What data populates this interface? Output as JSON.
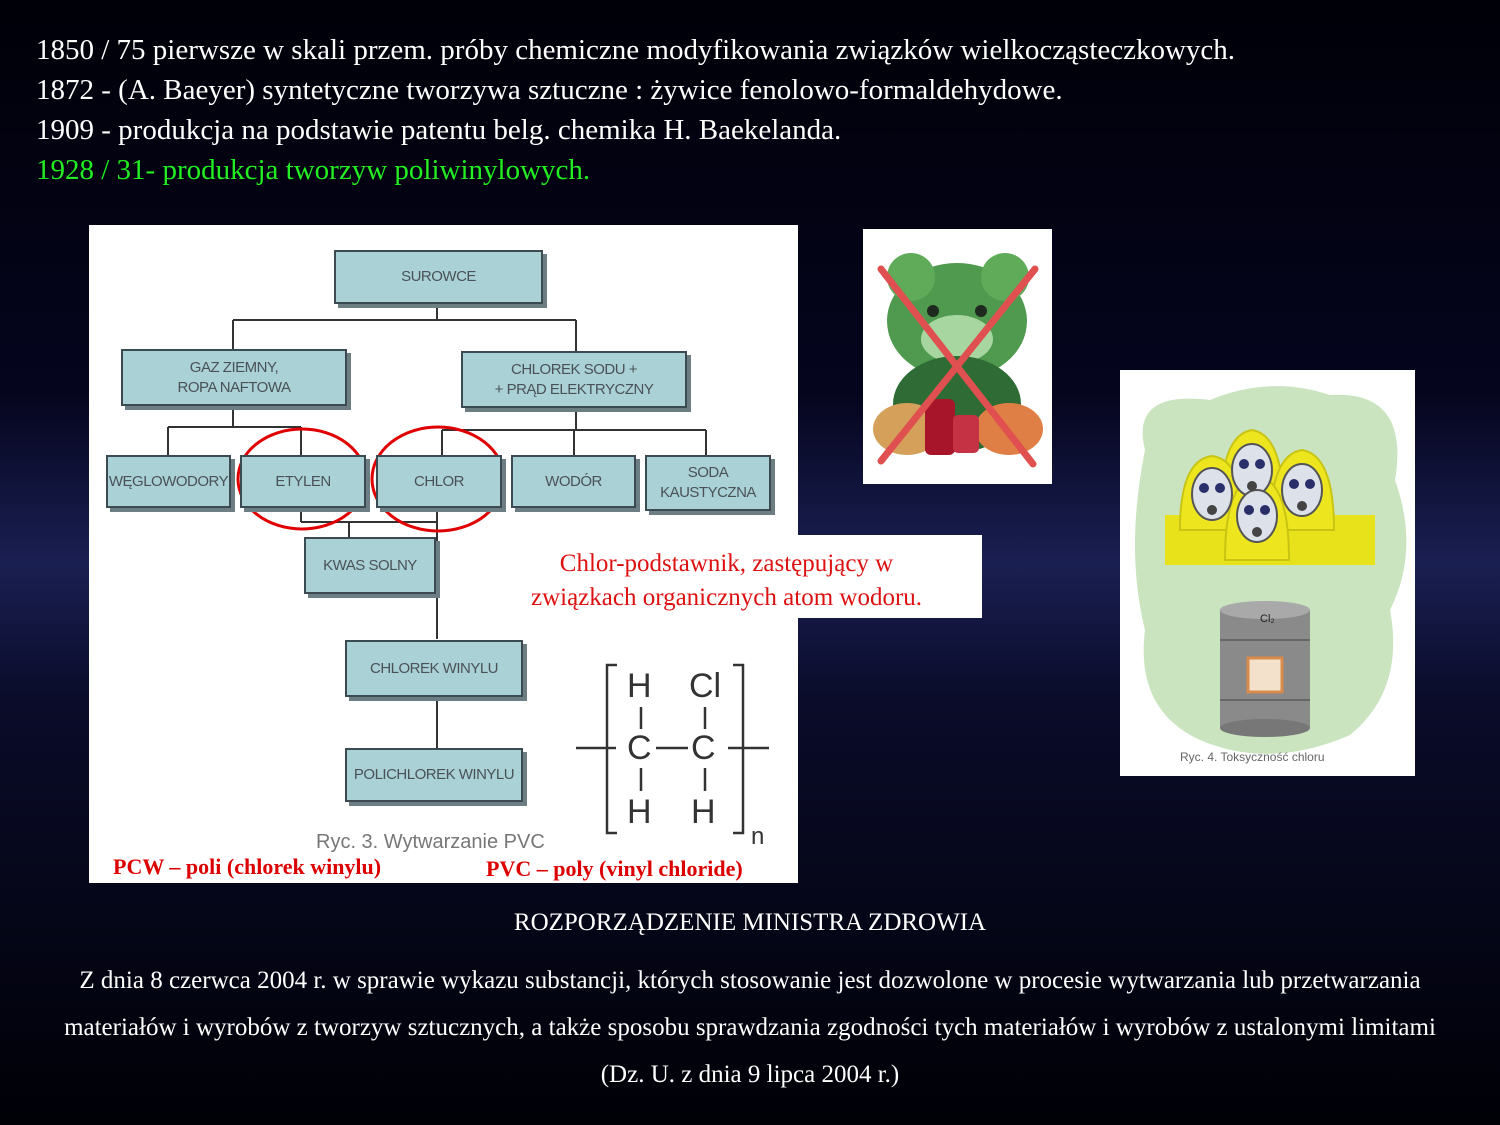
{
  "history": [
    {
      "text": "1850 / 75 pierwsze w skali przem. próby chemiczne modyfikowania związków wielkocząsteczkowych.",
      "color": "#ffffff"
    },
    {
      "text": "1872 - (A. Baeyer) syntetyczne tworzywa sztuczne : żywice fenolowo-formaldehydowe.",
      "color": "#ffffff"
    },
    {
      "text": "1909 - produkcja na podstawie patentu belg. chemika H. Baekelanda.",
      "color": "#ffffff"
    },
    {
      "text": "1928 / 31- produkcja tworzyw poliwinylowych.",
      "color": "#22ee22"
    }
  ],
  "flowchart": {
    "surowce": "SUROWCE",
    "gaz_line1": "GAZ ZIEMNY,",
    "gaz_line2": "ROPA NAFTOWA",
    "chlorek_sodu_line1": "CHLOREK SODU +",
    "chlorek_sodu_line2": "+ PRĄD ELEKTRYCZNY",
    "weglowodory": "WĘGLOWODORY",
    "etylen": "ETYLEN",
    "chlor": "CHLOR",
    "wodor": "WODÓR",
    "soda_line1": "SODA",
    "soda_line2": "KAUSTYCZNA",
    "kwas_solny": "KWAS SOLNY",
    "chlorek_winylu": "CHLOREK WINYLU",
    "polichlorek_winylu": "POLICHLOREK WINYLU",
    "caption": "Ryc. 3. Wytwarzanie PVC"
  },
  "formula": {
    "h_top": "H",
    "cl_top": "Cl",
    "c_left": "C",
    "c_right": "C",
    "h_bottom_left": "H",
    "h_bottom_right": "H",
    "subscript": "n"
  },
  "labels": {
    "pcw": "PCW – poli (chlorek winylu)",
    "pvc": "PVC – poly (vinyl chloride)"
  },
  "callout": {
    "line1": "Chlor-podstawnik, zastępujący w",
    "line2": "związkach organicznych atom wodoru."
  },
  "figure4": {
    "barrel_label": "Cl₂",
    "caption": "Ryc. 4. Toksyczność chloru"
  },
  "regulation": {
    "title": "ROZPORZĄDZENIE MINISTRA ZDROWIA",
    "body": "Z dnia 8 czerwca 2004 r. w sprawie wykazu substancji, których stosowanie jest dozwolone w procesie wytwarzania lub przetwarzania materiałów i wyrobów z tworzyw sztucznych, a także sposobu sprawdzania zgodności tych materiałów i wyrobów z ustalonymi limitami  (Dz. U. z dnia 9 lipca 2004 r.)"
  },
  "colors": {
    "box_fill": "#a9d1d6",
    "highlight_red": "#dd0000",
    "history_green": "#22ee22"
  }
}
